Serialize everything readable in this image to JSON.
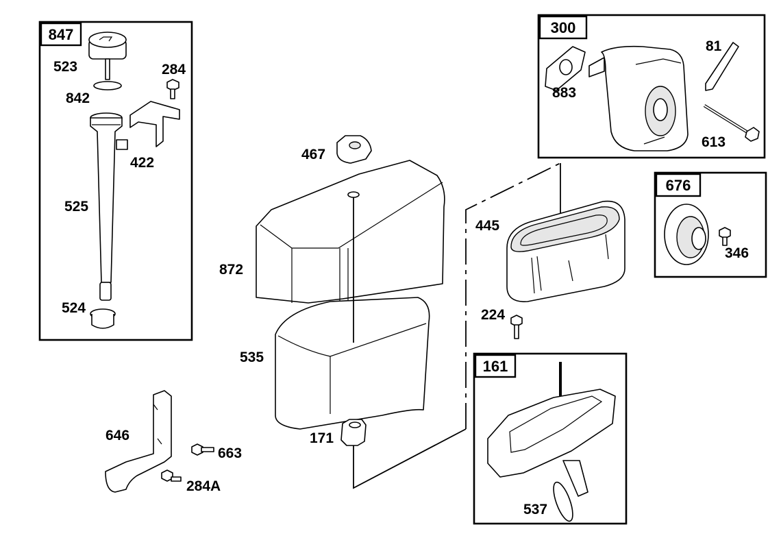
{
  "kits": [
    {
      "id": "847"
    },
    {
      "id": "300"
    },
    {
      "id": "676"
    },
    {
      "id": "161"
    }
  ],
  "parts": {
    "p523": "523",
    "p842": "842",
    "p284": "284",
    "p422": "422",
    "p525": "525",
    "p524": "524",
    "p467": "467",
    "p872": "872",
    "p535": "535",
    "p171": "171",
    "p883": "883",
    "p81": "81",
    "p613": "613",
    "p445": "445",
    "p224": "224",
    "p346": "346",
    "p537": "537",
    "p646": "646",
    "p663": "663",
    "p284a": "284A"
  }
}
